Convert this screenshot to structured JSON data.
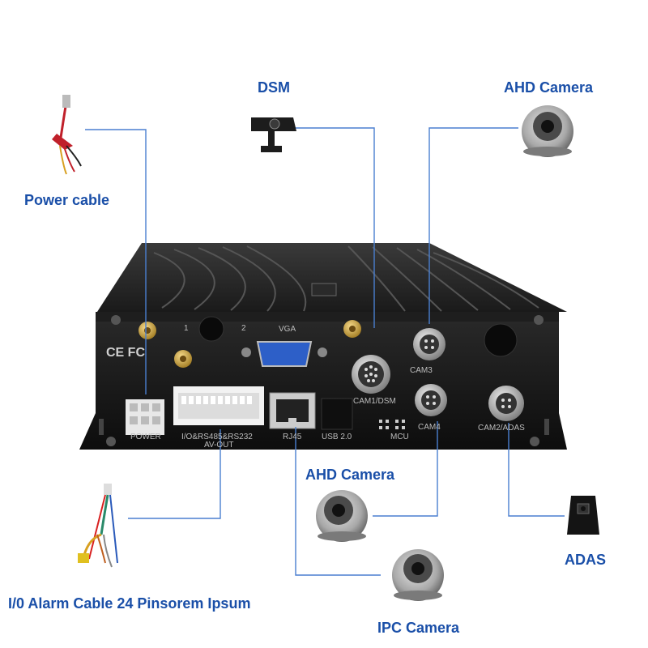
{
  "callouts": {
    "power_cable": "Power cable",
    "dsm": "DSM",
    "ahd_camera_top": "AHD Camera",
    "ahd_camera_bottom": "AHD Camera",
    "adas": "ADAS",
    "io_cable": "I/0 Alarm Cable 24 Pinsorem Ipsum",
    "ipc_camera": "IPC Camera"
  },
  "ports": {
    "vga": "VGA",
    "cam3": "CAM3",
    "cam1_dsm": "CAM1/DSM",
    "cam4": "CAM4",
    "cam2_adas": "CAM2/ADAS",
    "power": "POWER",
    "io": "I/O&RS485&RS232",
    "av_out": "AV-OUT",
    "rj45": "RJ45",
    "usb": "USB 2.0",
    "mcu": "MCU",
    "wifi1": "1",
    "wifi2": "2",
    "ce_fc": "CE FC"
  },
  "colors": {
    "callout_blue": "#1a4fa8",
    "line_blue": "#4a7fd0",
    "device_black": "#161616"
  }
}
